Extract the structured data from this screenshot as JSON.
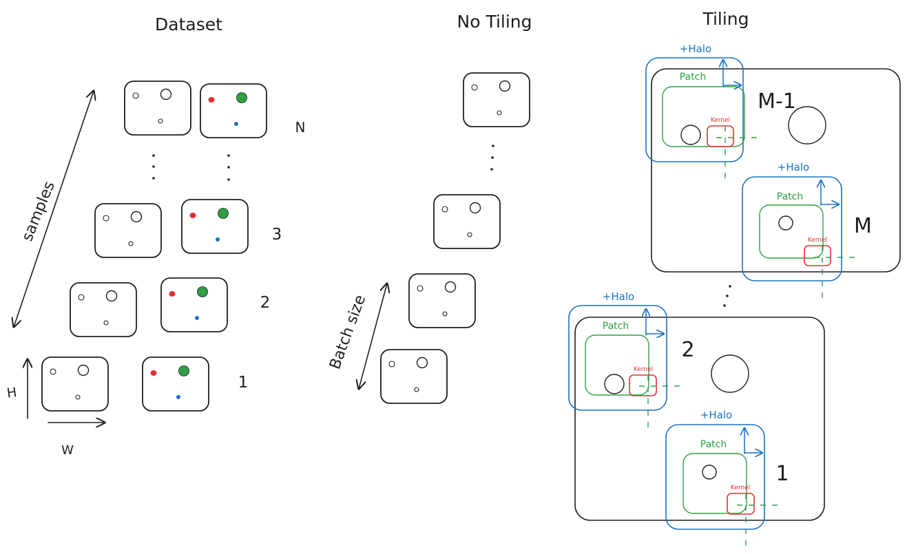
{
  "titles": {
    "dataset": "Dataset",
    "no_tiling": "No Tiling",
    "tiling": "Tiling"
  },
  "dataset": {
    "axis_samples": "samples",
    "axis_h": "H",
    "axis_w": "W",
    "row_labels": {
      "n": "N",
      "three": "3",
      "two": "2",
      "one": "1"
    },
    "ellipsis": "⋮"
  },
  "no_tiling": {
    "batch_label": "Batch size",
    "ellipsis": "⋮"
  },
  "tiling": {
    "halo_label": "+Halo",
    "patch_label": "Patch",
    "kernel_label": "Kernel",
    "tile_labels": {
      "m_minus_1": "M-1",
      "m": "M",
      "two": "2",
      "one": "1"
    },
    "ellipsis": "⋮"
  },
  "colors": {
    "halo": "#1971c2",
    "patch": "#2f9e44",
    "kernel": "#e03131",
    "feature_red": "#e03131",
    "feature_green": "#2f9e44",
    "feature_blue": "#1971c2",
    "ink": "#1e1e1e"
  }
}
